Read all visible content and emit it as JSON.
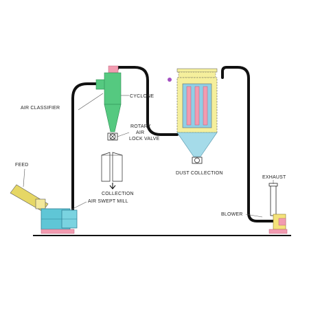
{
  "labels": {
    "air_classifier": "AIR CLASSIFIER",
    "cyclone": "CYCLONE",
    "rotary_1": "ROTARY",
    "rotary_2": "AIR",
    "rotary_3": "LOCK VALVE",
    "feed": "FEED",
    "collection": "COLLECTION",
    "air_swept_mill": "AIR SWEPT MILL",
    "dust_collection": "DUST COLLECTION",
    "exhaust": "EXHAUST",
    "blower": "BLOWER"
  },
  "colors": {
    "duct": "#111111",
    "cyclone": "#55c980",
    "mill": "#5fc6d6",
    "feed_hopper": "#e6d765",
    "pink": "#f29bb0",
    "filter_yellow": "#f5ef9c",
    "filter_blue": "#8fcfe6",
    "baghouse_hopper": "#a5dbe9",
    "ground": "#111111",
    "blower": "#f4e27a"
  }
}
